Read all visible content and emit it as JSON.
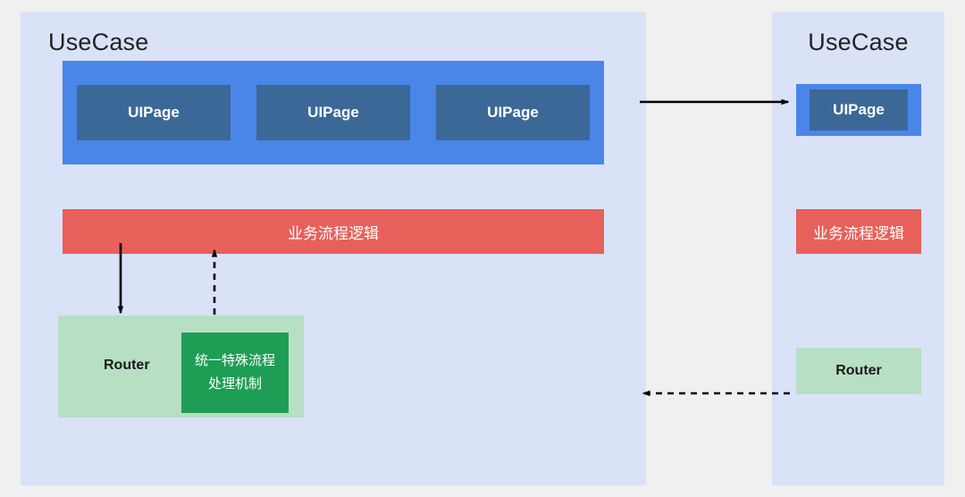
{
  "diagram": {
    "background_color": "#f0f0f0",
    "panel_color": "#d9e2f7",
    "accent_blue": "#4a86e8",
    "accent_blue_dark": "#3c6898",
    "accent_red": "#e8605a",
    "accent_green_light": "#b7dfc4",
    "accent_green_dark": "#1e9e55",
    "arrow_color": "#000000"
  },
  "left_panel": {
    "title": "UseCase",
    "uipages": [
      {
        "label": "UIPage"
      },
      {
        "label": "UIPage"
      },
      {
        "label": "UIPage"
      }
    ],
    "business_logic": {
      "label": "业务流程逻辑"
    },
    "router": {
      "label": "Router",
      "special_flow": {
        "line1": "统一特殊流程",
        "line2": "处理机制"
      }
    }
  },
  "right_panel": {
    "title": "UseCase",
    "uipages": [
      {
        "label": "UIPage"
      }
    ],
    "business_logic": {
      "label": "业务流程逻辑"
    },
    "router": {
      "label": "Router"
    }
  },
  "connectors": [
    {
      "name": "uipage-to-uipage",
      "style": "solid",
      "direction": "right",
      "from": "left-panel-uipage-group",
      "to": "right-panel-uipage-group"
    },
    {
      "name": "router-feedback",
      "style": "dashed",
      "direction": "left",
      "from": "right-panel-router",
      "to": "left-panel-router"
    },
    {
      "name": "business-logic-to-router",
      "style": "solid",
      "direction": "down",
      "from": "left-panel-business-logic",
      "to": "left-panel-router"
    },
    {
      "name": "special-flow-to-business-logic",
      "style": "dashed",
      "direction": "up",
      "from": "left-panel-router",
      "to": "left-panel-business-logic"
    }
  ]
}
